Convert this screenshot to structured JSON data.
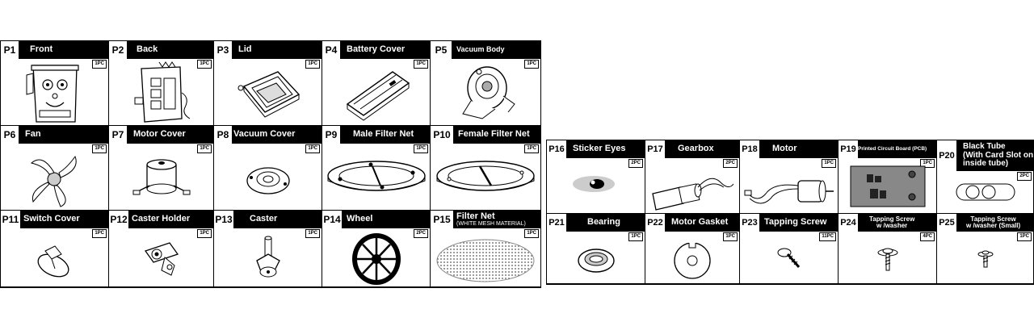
{
  "left_parts": [
    {
      "no": "P1",
      "name": "Front",
      "qty": "1PC",
      "icon": "front-housing-icon"
    },
    {
      "no": "P2",
      "name": "Back",
      "qty": "1PC",
      "icon": "back-housing-icon"
    },
    {
      "no": "P3",
      "name": "Lid",
      "qty": "1PC",
      "icon": "lid-icon"
    },
    {
      "no": "P4",
      "name": "Battery Cover",
      "qty": "1PC",
      "icon": "battery-cover-icon"
    },
    {
      "no": "P5",
      "name": "Vacuum Body",
      "qty": "1PC",
      "icon": "vacuum-body-icon"
    },
    {
      "no": "P6",
      "name": "Fan",
      "qty": "1PC",
      "icon": "fan-icon"
    },
    {
      "no": "P7",
      "name": "Motor Cover",
      "qty": "1PC",
      "icon": "motor-cover-icon"
    },
    {
      "no": "P8",
      "name": "Vacuum Cover",
      "qty": "1PC",
      "icon": "vacuum-cover-icon"
    },
    {
      "no": "P9",
      "name": "Male Filter Net",
      "qty": "1PC",
      "icon": "male-filter-net-icon"
    },
    {
      "no": "P10",
      "name": "Female Filter Net",
      "qty": "1PC",
      "icon": "female-filter-net-icon"
    },
    {
      "no": "P11",
      "name": "Switch Cover",
      "qty": "1PC",
      "icon": "switch-cover-icon"
    },
    {
      "no": "P12",
      "name": "Caster Holder",
      "qty": "1PC",
      "icon": "caster-holder-icon"
    },
    {
      "no": "P13",
      "name": "Caster",
      "qty": "1PC",
      "icon": "caster-icon"
    },
    {
      "no": "P14",
      "name": "Wheel",
      "qty": "2PC",
      "icon": "wheel-icon"
    },
    {
      "no": "P15",
      "name": "Filter Net",
      "sub": "(WHITE MESH MATERIAL)",
      "qty": "1PC",
      "icon": "filter-mesh-icon"
    }
  ],
  "right_parts": [
    {
      "no": "P16",
      "name": "Sticker Eyes",
      "qty": "2PC",
      "icon": "sticker-eyes-icon"
    },
    {
      "no": "P17",
      "name": "Gearbox",
      "qty": "2PC",
      "icon": "gearbox-icon"
    },
    {
      "no": "P18",
      "name": "Motor",
      "qty": "1PC",
      "icon": "motor-icon"
    },
    {
      "no": "P19",
      "name": "Printed Circuit Board (PCB)",
      "qty": "1PC",
      "icon": "pcb-icon"
    },
    {
      "no": "P20",
      "name": "Black Tube",
      "line2": "(With Card Slot on",
      "line3": "inside tube)",
      "qty": "2PC",
      "icon": "black-tube-icon"
    },
    {
      "no": "P21",
      "name": "Bearing",
      "qty": "1PC",
      "icon": "bearing-icon"
    },
    {
      "no": "P22",
      "name": "Motor Gasket",
      "qty": "1PC",
      "icon": "motor-gasket-icon"
    },
    {
      "no": "P23",
      "name": "Tapping Screw",
      "qty": "11PC",
      "icon": "tapping-screw-icon"
    },
    {
      "no": "P24",
      "name": "Tapping  Screw",
      "line2": "w /washer",
      "qty": "4PC",
      "icon": "screw-washer-icon"
    },
    {
      "no": "P25",
      "name": "Tapping  Screw",
      "line2": "w /washer (Small)",
      "qty": "1PC",
      "icon": "screw-washer-small-icon"
    }
  ]
}
